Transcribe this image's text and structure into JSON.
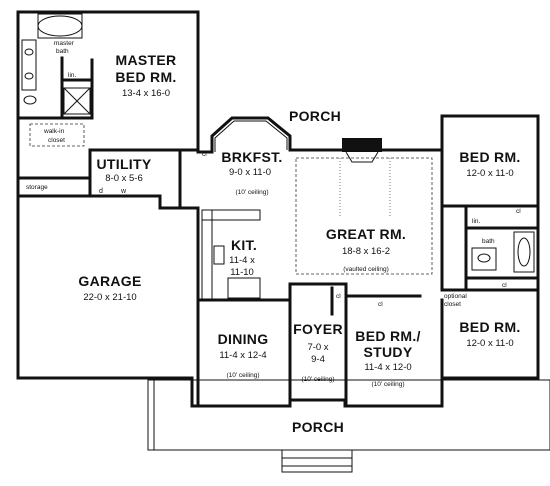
{
  "rooms": {
    "master": {
      "name1": "MASTER",
      "name2": "BED RM.",
      "dim": "13-4 x 16-0"
    },
    "master_bath": {
      "line1": "master",
      "line2": "bath"
    },
    "lin1": "lin.",
    "walkin": {
      "line1": "walk-in",
      "line2": "closet"
    },
    "utility": {
      "name": "UTILITY",
      "dim": "8-0 x 5-6",
      "d": "d",
      "w": "w"
    },
    "storage": "storage",
    "garage": {
      "name": "GARAGE",
      "dim": "22-0 x 21-10"
    },
    "brkfst": {
      "name": "BRKFST.",
      "dim": "9-0 x 11-0",
      "ceiling": "(10' ceiling)",
      "cl": "cl"
    },
    "kit": {
      "name": "KIT.",
      "dim1": "11-4 x",
      "dim2": "11-10"
    },
    "great": {
      "name": "GREAT RM.",
      "dim": "18-8 x 16-2",
      "ceiling": "(vaulted ceiling)"
    },
    "dining": {
      "name": "DINING",
      "dim": "11-4 x 12-4",
      "ceiling": "(10' ceiling)"
    },
    "foyer": {
      "name": "FOYER",
      "dim1": "7-0 x",
      "dim2": "9-4",
      "ceiling": "(10' ceiling)",
      "cl": "cl"
    },
    "study": {
      "name1": "BED RM./",
      "name2": "STUDY",
      "dim": "11-4 x 12-0",
      "ceiling": "(10' ceiling)",
      "cl": "cl",
      "optional1": "optional",
      "optional2": "closet"
    },
    "bed_upper": {
      "name": "BED RM.",
      "dim": "12-0 x 11-0"
    },
    "bed_lower": {
      "name": "BED RM.",
      "dim": "12-0 x 11-0"
    },
    "bath": {
      "name": "bath",
      "lin": "lin.",
      "cl_upper": "cl",
      "cl_lower": "cl"
    }
  },
  "porch_top": "PORCH",
  "porch_bottom": "PORCH"
}
